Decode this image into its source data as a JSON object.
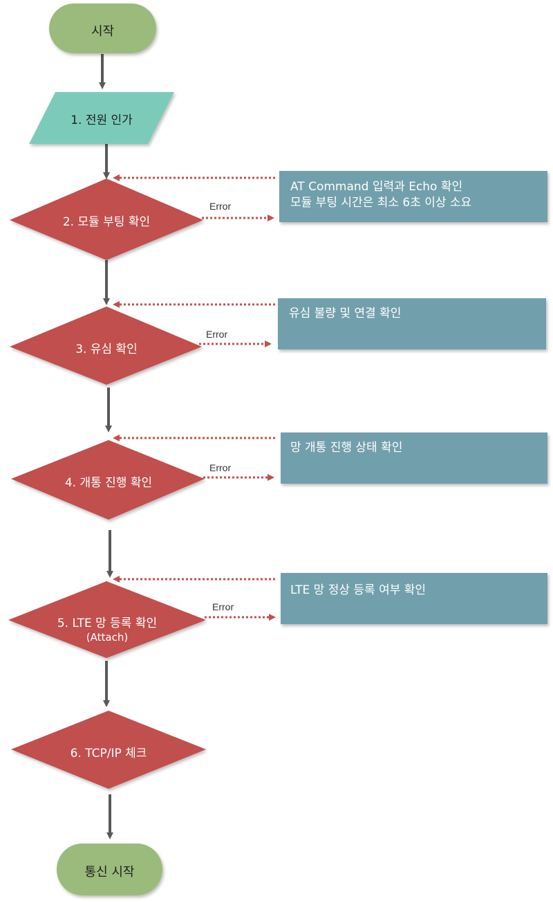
{
  "colors": {
    "terminal": "#9bbb7c",
    "io": "#7ccbba",
    "decision": "#c0504d",
    "note": "#729fac",
    "arrow": "#595959",
    "error_arrow": "#c0504d"
  },
  "nodes": {
    "start": "시작",
    "power": "1. 전원 인가",
    "module_boot": "2. 모듈 부팅 확인",
    "usim": "3. 유심 확인",
    "activation": "4. 개통 진행 확인",
    "lte_register": "5. LTE 망 등록 확인",
    "lte_register_sub": "(Attach)",
    "tcpip": "6. TCP/IP  체크",
    "end": "통신 시작"
  },
  "error_label": "Error",
  "notes": {
    "module_boot_line1": "AT Command 입력과 Echo 확인",
    "module_boot_line2": "모듈 부팅 시간은 최소 6초 이상 소요",
    "usim": "유심 불량 및 연결 확인",
    "activation": "망 개통 진행 상태 확인",
    "lte_register": "LTE 망 정상 등록 여부 확인"
  }
}
